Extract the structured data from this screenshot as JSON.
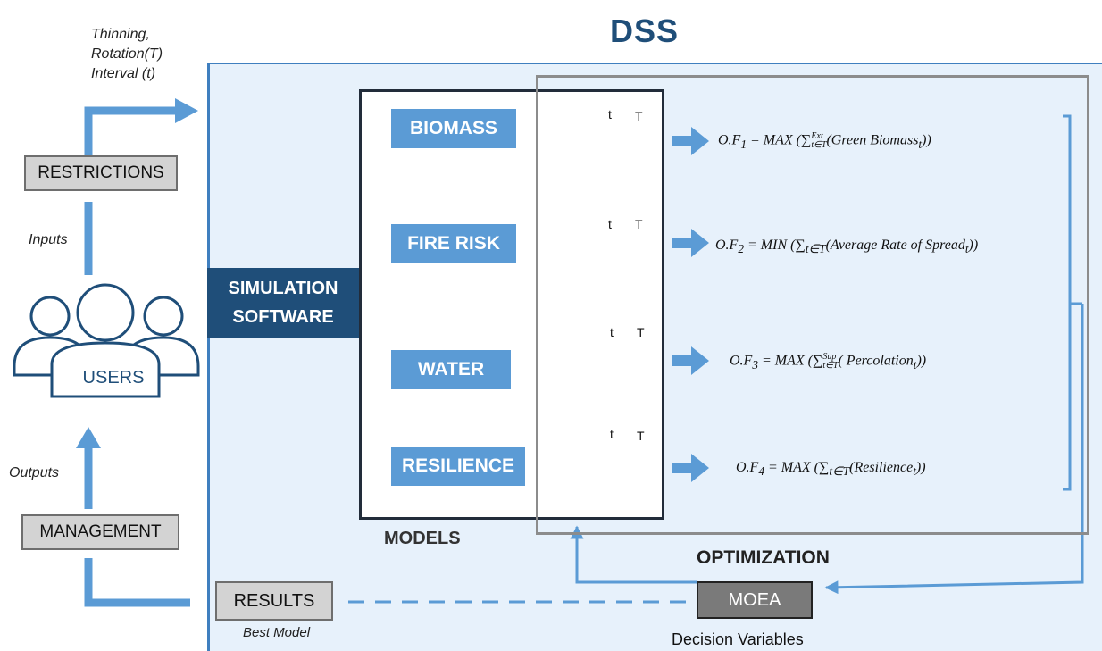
{
  "title": "DSS",
  "left_inputs": {
    "params": [
      "Thinning,",
      "Rotation(T)",
      "Interval (t)"
    ],
    "restrictions": "RESTRICTIONS",
    "inputs": "Inputs",
    "users": "USERS",
    "outputs": "Outputs",
    "management": "MANAGEMENT"
  },
  "simulation": [
    "SIMULATION",
    "SOFTWARE"
  ],
  "models": {
    "items": [
      "BIOMASS",
      "FIRE RISK",
      "WATER",
      "RESILIENCE"
    ],
    "label": "MODELS",
    "loop_small": "t",
    "loop_large": "T"
  },
  "objectives": [
    {
      "lhs": "O.F",
      "sub": "1",
      "op": "MAX",
      "sup_sum": "Ext",
      "sub_sum": "t∈T",
      "term": "Green Biomass",
      "term_sub": "t"
    },
    {
      "lhs": "O.F",
      "sub": "2",
      "op": "MIN",
      "sup_sum": "",
      "sub_sum": "t∈T",
      "term": "Average Rate of Spread",
      "term_sub": "t"
    },
    {
      "lhs": "O.F",
      "sub": "3",
      "op": "MAX",
      "sup_sum": "Sup",
      "sub_sum": "t∈T",
      "term": " Percolation",
      "term_sub": "t"
    },
    {
      "lhs": "O.F",
      "sub": "4",
      "op": "MAX",
      "sup_sum": "",
      "sub_sum": "t∈T",
      "term": "Resilience",
      "term_sub": "t"
    }
  ],
  "optimization": "OPTIMIZATION",
  "moea": "MOEA",
  "decision_variables": "Decision Variables",
  "results": "RESULTS",
  "best_model": "Best Model",
  "colors": {
    "accent": "#5b9bd5",
    "dark_blue": "#1f4e79",
    "panel": "#e7f1fb",
    "grey": "#d3d3d3"
  }
}
